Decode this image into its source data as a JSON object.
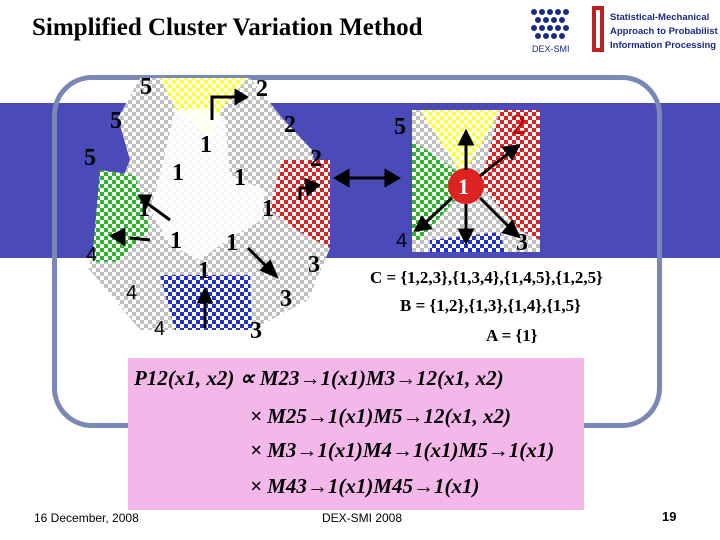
{
  "title": "Simplified Cluster Variation Method",
  "logo": {
    "dex_label": "DEX-SMI",
    "lines": [
      "Statistical-Mechanical",
      "Approach to Probabilistic",
      "Information Processing"
    ]
  },
  "left_diagram": {
    "labels": [
      "5",
      "2",
      "5",
      "2",
      "5",
      "1",
      "2",
      "1",
      "1",
      "1",
      "1",
      "1",
      "1",
      "4",
      "1",
      "3",
      "4",
      "3",
      "4",
      "3"
    ]
  },
  "right_diagram": {
    "labels": [
      "5",
      "2",
      "1",
      "4",
      "3"
    ]
  },
  "sets": {
    "C": "C = {1,2,3},{1,3,4},{1,4,5},{1,2,5}",
    "B": "B = {1,2},{1,3},{1,4},{1,5}",
    "A": "A = {1}"
  },
  "formula": {
    "line1": "P12(x1, x2) ∝ M23→1(x1)M3→12(x1, x2)",
    "line2": "× M25→1(x1)M5→12(x1, x2)",
    "line3": "× M3→1(x1)M4→1(x1)M5→1(x1)",
    "line4": "× M43→1(x1)M45→1(x1)"
  },
  "footer": {
    "date": "16 December, 2008",
    "center": "DEX-SMI 2008",
    "page": "19"
  },
  "colors": {
    "band": "#4a4ab8",
    "frame": "#7a88b5",
    "formula_bg": "#f3b7ea",
    "yellow": "#ffff44",
    "red": "#dd2222",
    "green": "#2db52d",
    "blue": "#2230cc",
    "grey": "#c0c0c0",
    "bubble": "#c8d840"
  }
}
